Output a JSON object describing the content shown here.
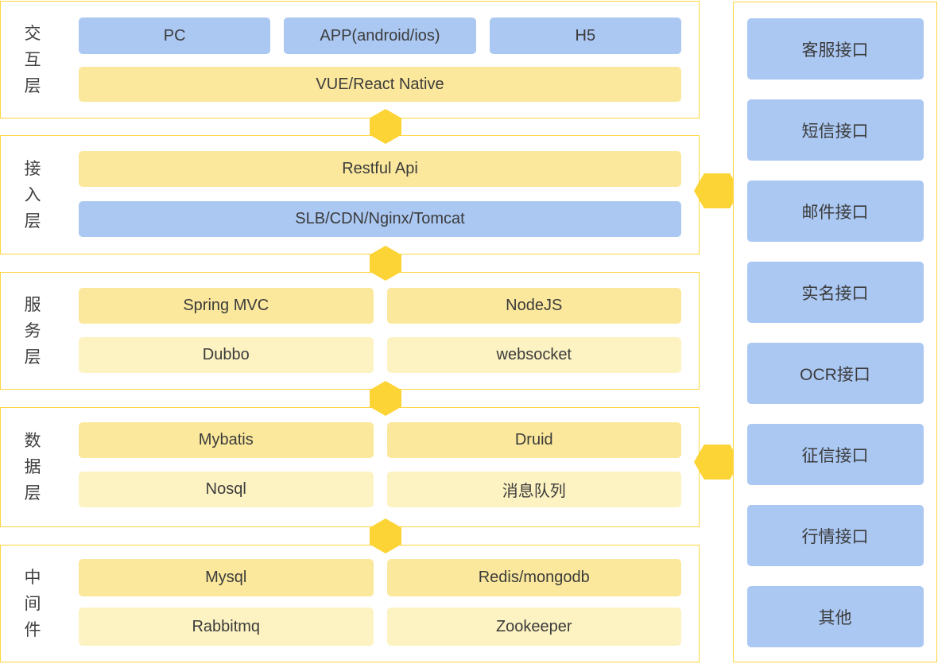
{
  "colors": {
    "blue_box": "#abc8f3",
    "yellow_box_strong": "#fbe89c",
    "yellow_box_light": "#fdf2c2",
    "connector_gold": "#fcd436",
    "container_border": "#ffd43d",
    "text": "#3b3b3b"
  },
  "layers": [
    {
      "label": "交互层",
      "nodes": {
        "pc": "PC",
        "app": "APP(android/ios)",
        "h5": "H5",
        "framework": "VUE/React Native"
      }
    },
    {
      "label": "接入层",
      "nodes": {
        "api": "Restful Api",
        "gateway": "SLB/CDN/Nginx/Tomcat"
      }
    },
    {
      "label": "服务层",
      "nodes": {
        "r1c1": "Spring MVC",
        "r1c2": "NodeJS",
        "r2c1": "Dubbo",
        "r2c2": "websocket"
      }
    },
    {
      "label": "数据层",
      "nodes": {
        "r1c1": "Mybatis",
        "r1c2": "Druid",
        "r2c1": "Nosql",
        "r2c2": "消息队列"
      }
    },
    {
      "label": "中间件",
      "nodes": {
        "r1c1": "Mysql",
        "r1c2": "Redis/mongodb",
        "r2c1": "Rabbitmq",
        "r2c2": "Zookeeper"
      }
    }
  ],
  "right_panel": {
    "items": [
      "客服接口",
      "短信接口",
      "邮件接口",
      "实名接口",
      "OCR接口",
      "征信接口",
      "行情接口",
      "其他"
    ]
  }
}
